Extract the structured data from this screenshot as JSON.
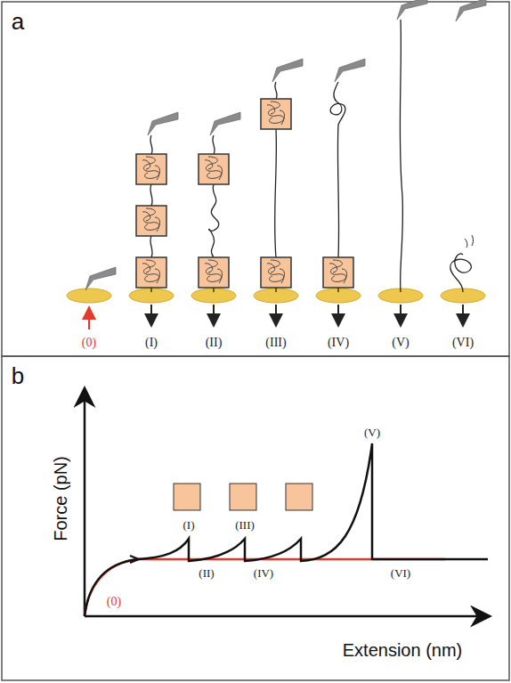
{
  "diagram": {
    "labels": [
      "a",
      "(0)",
      "(I)",
      "(II)",
      "(III)",
      "(IV)",
      "(V)",
      "(VI)",
      "b",
      "Force (pN)",
      "(I)",
      "(II)",
      "(III)",
      "(IV)",
      "(V)",
      "(VI)",
      "(0)",
      "Extension (nm)"
    ]
  }
}
